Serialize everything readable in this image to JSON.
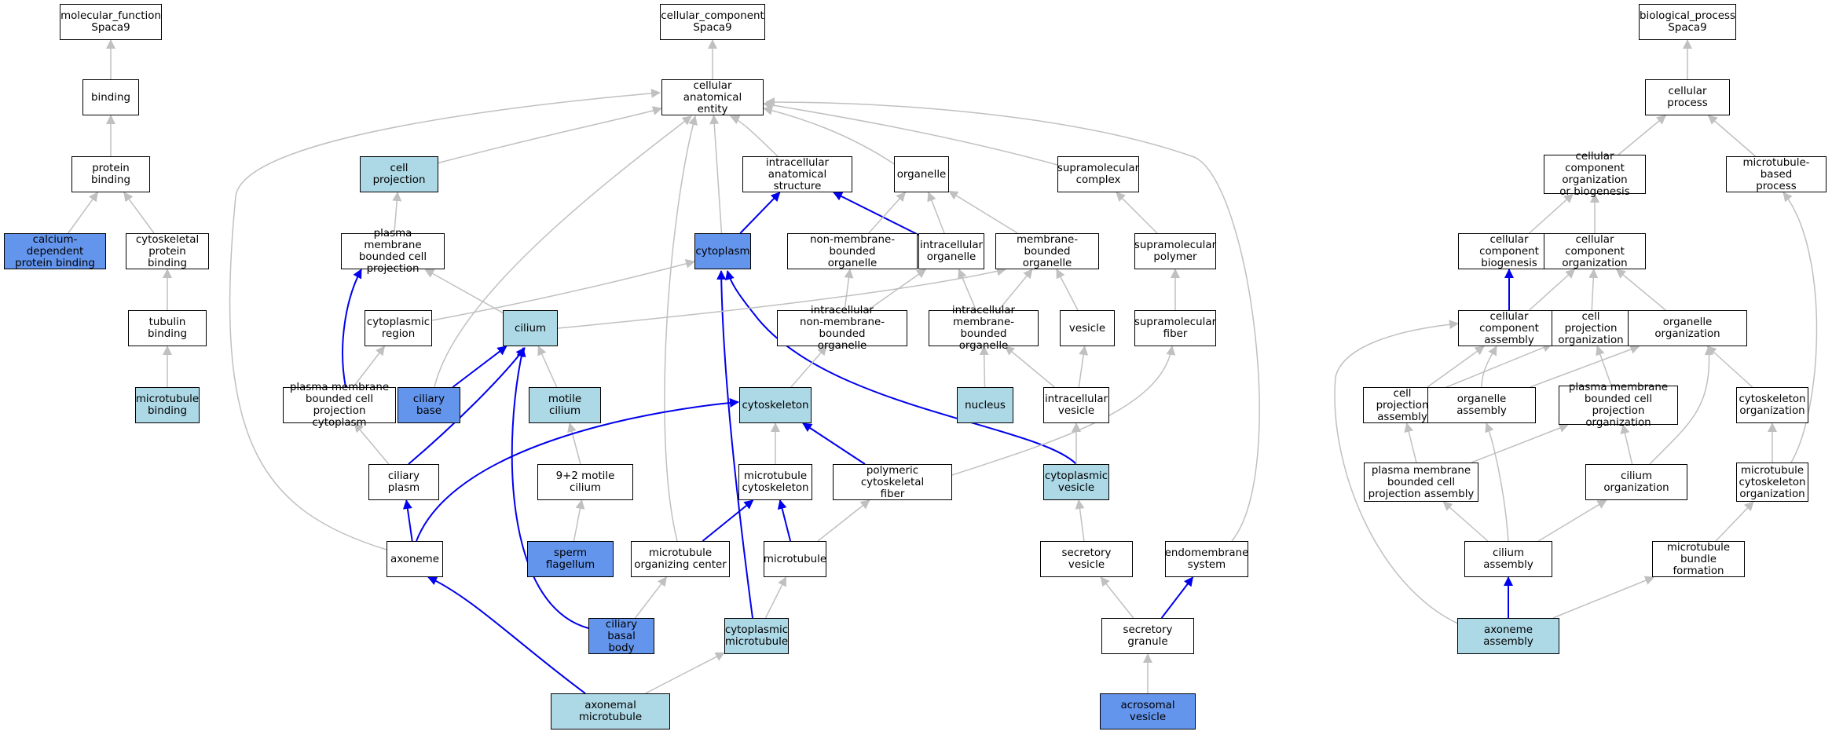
{
  "colors": {
    "plain": "#ffffff",
    "light": "#add8e6",
    "dark": "#6495ed",
    "edge_gray": "#c0c0c0",
    "edge_blue": "#0000ee"
  },
  "nodes": [
    {
      "id": "mf_root",
      "label": "molecular_function\nSpaca9",
      "kind": "plain"
    },
    {
      "id": "binding",
      "label": "binding",
      "kind": "plain"
    },
    {
      "id": "protein_binding",
      "label": "protein binding",
      "kind": "plain"
    },
    {
      "id": "calcium_binding",
      "label": "calcium-dependent\nprotein binding",
      "kind": "dark"
    },
    {
      "id": "cytoskeletal_binding",
      "label": "cytoskeletal\nprotein binding",
      "kind": "plain"
    },
    {
      "id": "tubulin_binding",
      "label": "tubulin binding",
      "kind": "plain"
    },
    {
      "id": "microtubule_binding",
      "label": "microtubule\nbinding",
      "kind": "light"
    },
    {
      "id": "cc_root",
      "label": "cellular_component\nSpaca9",
      "kind": "plain"
    },
    {
      "id": "cae",
      "label": "cellular anatomical\nentity",
      "kind": "plain"
    },
    {
      "id": "cell_projection",
      "label": "cell projection",
      "kind": "light"
    },
    {
      "id": "intracellular_structure",
      "label": "intracellular\nanatomical structure",
      "kind": "plain"
    },
    {
      "id": "organelle",
      "label": "organelle",
      "kind": "plain"
    },
    {
      "id": "supramolecular_complex",
      "label": "supramolecular\ncomplex",
      "kind": "plain"
    },
    {
      "id": "pm_bounded_projection",
      "label": "plasma membrane\nbounded cell\nprojection",
      "kind": "plain"
    },
    {
      "id": "cytoplasm",
      "label": "cytoplasm",
      "kind": "dark"
    },
    {
      "id": "non_membrane_organelle",
      "label": "non-membrane-bounded\norganelle",
      "kind": "plain"
    },
    {
      "id": "intracellular_organelle",
      "label": "intracellular\norganelle",
      "kind": "plain"
    },
    {
      "id": "membrane_organelle",
      "label": "membrane-bounded\norganelle",
      "kind": "plain"
    },
    {
      "id": "supramolecular_polymer",
      "label": "supramolecular\npolymer",
      "kind": "plain"
    },
    {
      "id": "cytoplasmic_region",
      "label": "cytoplasmic\nregion",
      "kind": "plain"
    },
    {
      "id": "cilium",
      "label": "cilium",
      "kind": "light"
    },
    {
      "id": "intra_non_membrane_organelle",
      "label": "intracellular\nnon-membrane-bounded\norganelle",
      "kind": "plain"
    },
    {
      "id": "intra_membrane_organelle",
      "label": "intracellular\nmembrane-bounded\norganelle",
      "kind": "plain"
    },
    {
      "id": "vesicle",
      "label": "vesicle",
      "kind": "plain"
    },
    {
      "id": "supramolecular_fiber",
      "label": "supramolecular\nfiber",
      "kind": "plain"
    },
    {
      "id": "pm_projection_cytoplasm",
      "label": "plasma membrane\nbounded cell\nprojection cytoplasm",
      "kind": "plain"
    },
    {
      "id": "ciliary_base",
      "label": "ciliary base",
      "kind": "dark"
    },
    {
      "id": "motile_cilium",
      "label": "motile cilium",
      "kind": "light"
    },
    {
      "id": "cytoskeleton",
      "label": "cytoskeleton",
      "kind": "light"
    },
    {
      "id": "nucleus",
      "label": "nucleus",
      "kind": "light"
    },
    {
      "id": "intracellular_vesicle",
      "label": "intracellular\nvesicle",
      "kind": "plain"
    },
    {
      "id": "ciliary_plasm",
      "label": "ciliary plasm",
      "kind": "plain"
    },
    {
      "id": "motile_9_2",
      "label": "9+2 motile cilium",
      "kind": "plain"
    },
    {
      "id": "microtubule_cytoskeleton",
      "label": "microtubule\ncytoskeleton",
      "kind": "plain"
    },
    {
      "id": "polymeric_fiber",
      "label": "polymeric cytoskeletal\nfiber",
      "kind": "plain"
    },
    {
      "id": "cytoplasmic_vesicle",
      "label": "cytoplasmic\nvesicle",
      "kind": "light"
    },
    {
      "id": "axoneme",
      "label": "axoneme",
      "kind": "plain"
    },
    {
      "id": "sperm_flagellum",
      "label": "sperm flagellum",
      "kind": "dark"
    },
    {
      "id": "mtoc",
      "label": "microtubule\norganizing center",
      "kind": "plain"
    },
    {
      "id": "microtubule",
      "label": "microtubule",
      "kind": "plain"
    },
    {
      "id": "secretory_vesicle",
      "label": "secretory vesicle",
      "kind": "plain"
    },
    {
      "id": "endomembrane",
      "label": "endomembrane\nsystem",
      "kind": "plain"
    },
    {
      "id": "ciliary_basal_body",
      "label": "ciliary basal\nbody",
      "kind": "dark"
    },
    {
      "id": "cytoplasmic_microtubule",
      "label": "cytoplasmic\nmicrotubule",
      "kind": "light"
    },
    {
      "id": "secretory_granule",
      "label": "secretory granule",
      "kind": "plain"
    },
    {
      "id": "axonemal_microtubule",
      "label": "axonemal microtubule",
      "kind": "light"
    },
    {
      "id": "acrosomal_vesicle",
      "label": "acrosomal vesicle",
      "kind": "dark"
    },
    {
      "id": "bp_root",
      "label": "biological_process\nSpaca9",
      "kind": "plain"
    },
    {
      "id": "cellular_process",
      "label": "cellular process",
      "kind": "plain"
    },
    {
      "id": "cc_org_biogenesis",
      "label": "cellular component\norganization\nor biogenesis",
      "kind": "plain"
    },
    {
      "id": "microtubule_process",
      "label": "microtubule-based\nprocess",
      "kind": "plain"
    },
    {
      "id": "cc_biogenesis",
      "label": "cellular component\nbiogenesis",
      "kind": "plain"
    },
    {
      "id": "cc_organization",
      "label": "cellular component\norganization",
      "kind": "plain"
    },
    {
      "id": "cc_assembly",
      "label": "cellular component\nassembly",
      "kind": "plain"
    },
    {
      "id": "cell_projection_org",
      "label": "cell projection\norganization",
      "kind": "plain"
    },
    {
      "id": "organelle_org",
      "label": "organelle organization",
      "kind": "plain"
    },
    {
      "id": "cell_projection_assembly",
      "label": "cell projection\nassembly",
      "kind": "plain"
    },
    {
      "id": "organelle_assembly",
      "label": "organelle assembly",
      "kind": "plain"
    },
    {
      "id": "pm_projection_org",
      "label": "plasma membrane\nbounded cell\nprojection organization",
      "kind": "plain"
    },
    {
      "id": "cytoskeleton_org",
      "label": "cytoskeleton\norganization",
      "kind": "plain"
    },
    {
      "id": "pm_projection_assembly",
      "label": "plasma membrane\nbounded cell\nprojection assembly",
      "kind": "plain"
    },
    {
      "id": "cilium_org",
      "label": "cilium organization",
      "kind": "plain"
    },
    {
      "id": "mt_cytoskeleton_org",
      "label": "microtubule\ncytoskeleton\norganization",
      "kind": "plain"
    },
    {
      "id": "cilium_assembly",
      "label": "cilium assembly",
      "kind": "plain"
    },
    {
      "id": "mt_bundle_formation",
      "label": "microtubule\nbundle formation",
      "kind": "plain"
    },
    {
      "id": "axoneme_assembly",
      "label": "axoneme assembly",
      "kind": "light"
    }
  ],
  "edges": [
    {
      "from": "binding",
      "to": "mf_root",
      "color": "gray"
    },
    {
      "from": "protein_binding",
      "to": "binding",
      "color": "gray"
    },
    {
      "from": "calcium_binding",
      "to": "protein_binding",
      "color": "gray"
    },
    {
      "from": "cytoskeletal_binding",
      "to": "protein_binding",
      "color": "gray"
    },
    {
      "from": "tubulin_binding",
      "to": "cytoskeletal_binding",
      "color": "gray"
    },
    {
      "from": "microtubule_binding",
      "to": "tubulin_binding",
      "color": "gray"
    },
    {
      "from": "cae",
      "to": "cc_root",
      "color": "gray"
    },
    {
      "from": "cell_projection",
      "to": "cae",
      "color": "gray"
    },
    {
      "from": "intracellular_structure",
      "to": "cae",
      "color": "gray"
    },
    {
      "from": "organelle",
      "to": "cae",
      "color": "gray"
    },
    {
      "from": "supramolecular_complex",
      "to": "cae",
      "color": "gray"
    },
    {
      "from": "cytoplasm",
      "to": "cae",
      "color": "gray"
    },
    {
      "from": "ciliary_base",
      "to": "cae",
      "color": "gray"
    },
    {
      "from": "axoneme",
      "to": "cae",
      "color": "gray"
    },
    {
      "from": "mtoc",
      "to": "cae",
      "color": "gray"
    },
    {
      "from": "endomembrane",
      "to": "cae",
      "color": "gray"
    },
    {
      "from": "pm_bounded_projection",
      "to": "cell_projection",
      "color": "gray"
    },
    {
      "from": "cytoplasm",
      "to": "intracellular_structure",
      "color": "blue"
    },
    {
      "from": "intracellular_organelle",
      "to": "intracellular_structure",
      "color": "blue"
    },
    {
      "from": "non_membrane_organelle",
      "to": "organelle",
      "color": "gray"
    },
    {
      "from": "intracellular_organelle",
      "to": "organelle",
      "color": "gray"
    },
    {
      "from": "membrane_organelle",
      "to": "organelle",
      "color": "gray"
    },
    {
      "from": "supramolecular_polymer",
      "to": "supramolecular_complex",
      "color": "gray"
    },
    {
      "from": "supramolecular_fiber",
      "to": "supramolecular_polymer",
      "color": "gray"
    },
    {
      "from": "cilium",
      "to": "pm_bounded_projection",
      "color": "gray"
    },
    {
      "from": "pm_projection_cytoplasm",
      "to": "pm_bounded_projection",
      "color": "blue"
    },
    {
      "from": "cytoplasmic_region",
      "to": "cytoplasm",
      "color": "gray"
    },
    {
      "from": "cytoplasmic_microtubule",
      "to": "cytoplasm",
      "color": "blue"
    },
    {
      "from": "cytoplasmic_vesicle",
      "to": "cytoplasm",
      "color": "blue"
    },
    {
      "from": "pm_projection_cytoplasm",
      "to": "cytoplasmic_region",
      "color": "gray"
    },
    {
      "from": "cilium",
      "to": "membrane_organelle",
      "color": "gray"
    },
    {
      "from": "intra_non_membrane_organelle",
      "to": "non_membrane_organelle",
      "color": "gray"
    },
    {
      "from": "intra_non_membrane_organelle",
      "to": "intracellular_organelle",
      "color": "gray"
    },
    {
      "from": "intra_membrane_organelle",
      "to": "intracellular_organelle",
      "color": "gray"
    },
    {
      "from": "intra_membrane_organelle",
      "to": "membrane_organelle",
      "color": "gray"
    },
    {
      "from": "vesicle",
      "to": "membrane_organelle",
      "color": "gray"
    },
    {
      "from": "cytoskeleton",
      "to": "intra_non_membrane_organelle",
      "color": "gray"
    },
    {
      "from": "nucleus",
      "to": "intra_membrane_organelle",
      "color": "gray"
    },
    {
      "from": "intracellular_vesicle",
      "to": "intra_membrane_organelle",
      "color": "gray"
    },
    {
      "from": "intracellular_vesicle",
      "to": "vesicle",
      "color": "gray"
    },
    {
      "from": "polymeric_fiber",
      "to": "supramolecular_fiber",
      "color": "gray"
    },
    {
      "from": "ciliary_plasm",
      "to": "pm_projection_cytoplasm",
      "color": "gray"
    },
    {
      "from": "ciliary_base",
      "to": "cilium",
      "color": "blue"
    },
    {
      "from": "ciliary_plasm",
      "to": "cilium",
      "color": "blue"
    },
    {
      "from": "ciliary_basal_body",
      "to": "cilium",
      "color": "blue"
    },
    {
      "from": "motile_cilium",
      "to": "cilium",
      "color": "gray"
    },
    {
      "from": "motile_9_2",
      "to": "motile_cilium",
      "color": "gray"
    },
    {
      "from": "sperm_flagellum",
      "to": "motile_9_2",
      "color": "gray"
    },
    {
      "from": "microtubule_cytoskeleton",
      "to": "cytoskeleton",
      "color": "gray"
    },
    {
      "from": "polymeric_fiber",
      "to": "cytoskeleton",
      "color": "blue"
    },
    {
      "from": "axoneme",
      "to": "cytoskeleton",
      "color": "blue"
    },
    {
      "from": "cytoplasmic_vesicle",
      "to": "intracellular_vesicle",
      "color": "gray"
    },
    {
      "from": "axoneme",
      "to": "ciliary_plasm",
      "color": "blue"
    },
    {
      "from": "mtoc",
      "to": "microtubule_cytoskeleton",
      "color": "blue"
    },
    {
      "from": "microtubule",
      "to": "microtubule_cytoskeleton",
      "color": "blue"
    },
    {
      "from": "microtubule",
      "to": "polymeric_fiber",
      "color": "gray"
    },
    {
      "from": "secretory_vesicle",
      "to": "cytoplasmic_vesicle",
      "color": "gray"
    },
    {
      "from": "ciliary_basal_body",
      "to": "mtoc",
      "color": "gray"
    },
    {
      "from": "cytoplasmic_microtubule",
      "to": "microtubule",
      "color": "gray"
    },
    {
      "from": "secretory_granule",
      "to": "secretory_vesicle",
      "color": "gray"
    },
    {
      "from": "secretory_granule",
      "to": "endomembrane",
      "color": "blue"
    },
    {
      "from": "axonemal_microtubule",
      "to": "axoneme",
      "color": "blue"
    },
    {
      "from": "axonemal_microtubule",
      "to": "cytoplasmic_microtubule",
      "color": "gray"
    },
    {
      "from": "acrosomal_vesicle",
      "to": "secretory_granule",
      "color": "gray"
    },
    {
      "from": "cellular_process",
      "to": "bp_root",
      "color": "gray"
    },
    {
      "from": "cc_org_biogenesis",
      "to": "cellular_process",
      "color": "gray"
    },
    {
      "from": "microtubule_process",
      "to": "cellular_process",
      "color": "gray"
    },
    {
      "from": "cc_biogenesis",
      "to": "cc_org_biogenesis",
      "color": "gray"
    },
    {
      "from": "cc_organization",
      "to": "cc_org_biogenesis",
      "color": "gray"
    },
    {
      "from": "cc_assembly",
      "to": "cc_biogenesis",
      "color": "blue"
    },
    {
      "from": "cc_assembly",
      "to": "cc_organization",
      "color": "gray"
    },
    {
      "from": "cell_projection_org",
      "to": "cc_organization",
      "color": "gray"
    },
    {
      "from": "organelle_org",
      "to": "cc_organization",
      "color": "gray"
    },
    {
      "from": "cell_projection_assembly",
      "to": "cc_assembly",
      "color": "gray"
    },
    {
      "from": "organelle_assembly",
      "to": "cc_assembly",
      "color": "gray"
    },
    {
      "from": "axoneme_assembly",
      "to": "cc_assembly",
      "color": "gray"
    },
    {
      "from": "cell_projection_assembly",
      "to": "cell_projection_org",
      "color": "gray"
    },
    {
      "from": "pm_projection_org",
      "to": "cell_projection_org",
      "color": "gray"
    },
    {
      "from": "organelle_assembly",
      "to": "organelle_org",
      "color": "gray"
    },
    {
      "from": "cilium_org",
      "to": "organelle_org",
      "color": "gray"
    },
    {
      "from": "cytoskeleton_org",
      "to": "organelle_org",
      "color": "gray"
    },
    {
      "from": "mt_cytoskeleton_org",
      "to": "microtubule_process",
      "color": "gray"
    },
    {
      "from": "pm_projection_assembly",
      "to": "cell_projection_assembly",
      "color": "gray"
    },
    {
      "from": "pm_projection_assembly",
      "to": "pm_projection_org",
      "color": "gray"
    },
    {
      "from": "cilium_org",
      "to": "pm_projection_org",
      "color": "gray"
    },
    {
      "from": "cilium_assembly",
      "to": "organelle_assembly",
      "color": "gray"
    },
    {
      "from": "mt_cytoskeleton_org",
      "to": "cytoskeleton_org",
      "color": "gray"
    },
    {
      "from": "cilium_assembly",
      "to": "pm_projection_assembly",
      "color": "gray"
    },
    {
      "from": "cilium_assembly",
      "to": "cilium_org",
      "color": "gray"
    },
    {
      "from": "mt_bundle_formation",
      "to": "mt_cytoskeleton_org",
      "color": "gray"
    },
    {
      "from": "axoneme_assembly",
      "to": "cilium_assembly",
      "color": "blue"
    },
    {
      "from": "axoneme_assembly",
      "to": "mt_bundle_formation",
      "color": "gray"
    }
  ]
}
